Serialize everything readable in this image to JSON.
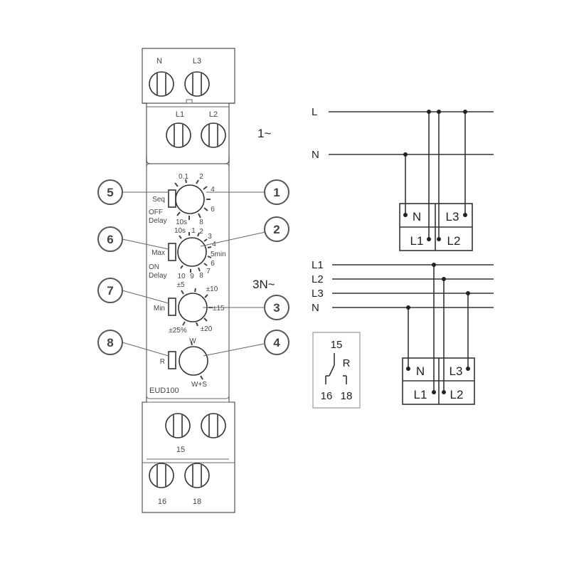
{
  "device": {
    "model": "EUD100",
    "top_terminals_row1": [
      "N",
      "L3"
    ],
    "top_terminals_row2": [
      "L1",
      "L2"
    ],
    "bottom_terminal_mid": "15",
    "bottom_terminals": [
      "16",
      "18"
    ],
    "knob1": {
      "scale": [
        "0.1",
        "2",
        "4",
        "6",
        "8"
      ],
      "low_label": "10s",
      "switch_label": "Seq",
      "mode_label_1": "OFF",
      "mode_label_2": "Delay"
    },
    "knob2": {
      "scale_left": "10s",
      "scale": [
        "1",
        "2",
        "3",
        "4",
        "5min",
        "6",
        "7",
        "8",
        "9",
        "10"
      ],
      "switch_label": "Max",
      "mode_label_1": "ON",
      "mode_label_2": "Delay"
    },
    "knob3": {
      "scale": [
        "±5",
        "±10",
        "±15",
        "±20",
        "±25%"
      ],
      "switch_label": "Min"
    },
    "knob4": {
      "scale": [
        "W",
        "W+S"
      ],
      "switch_label": "R"
    }
  },
  "callouts": [
    "1",
    "2",
    "3",
    "4",
    "5",
    "6",
    "7",
    "8"
  ],
  "wiring_1ph": {
    "title": "1~",
    "lines": [
      "L",
      "N"
    ],
    "box": [
      "N",
      "L3",
      "L1",
      "L2"
    ]
  },
  "wiring_3ph": {
    "title": "3N~",
    "lines": [
      "L1",
      "L2",
      "L3",
      "N"
    ],
    "box": [
      "N",
      "L3",
      "L1",
      "L2"
    ]
  },
  "relay_symbol": {
    "common": "15",
    "label": "R",
    "contacts": [
      "16",
      "18"
    ]
  }
}
